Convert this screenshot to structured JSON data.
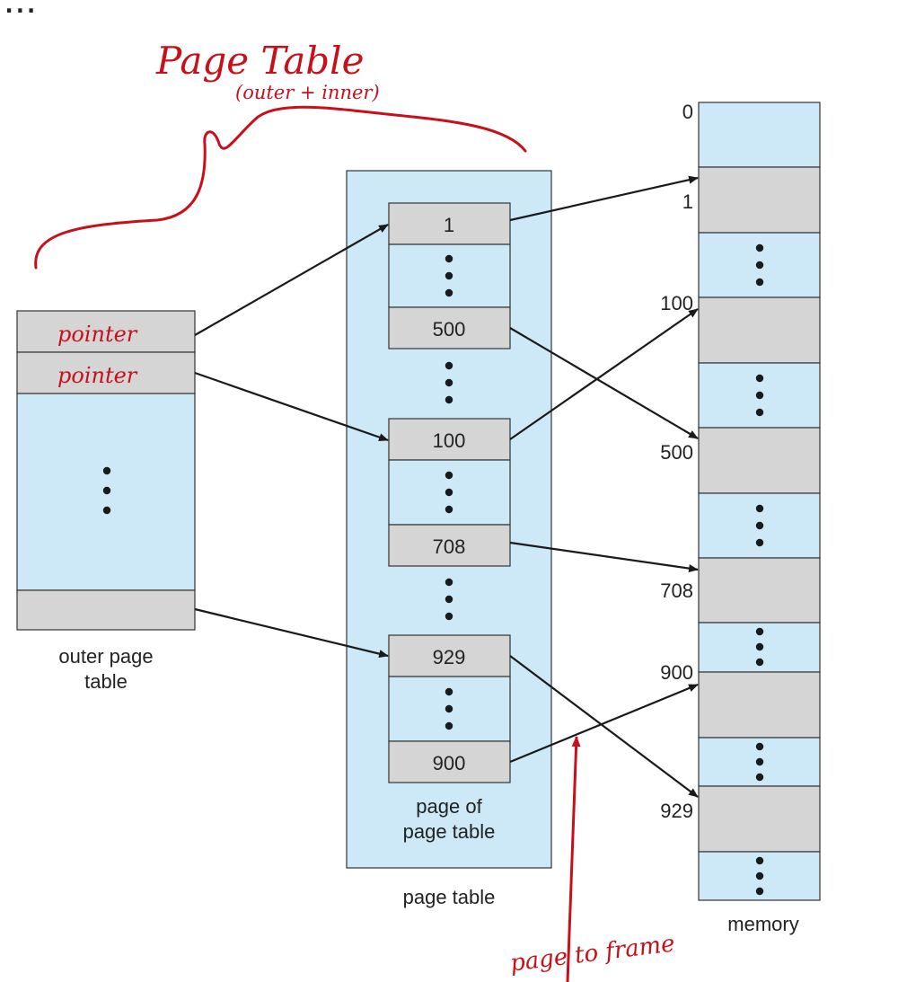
{
  "header_text": "...",
  "annotations": {
    "page_table_title": "Page Table",
    "page_table_subtitle": "(outer + inner)",
    "pointer_1": "pointer",
    "pointer_2": "pointer",
    "page_to_frame": "page to frame"
  },
  "outer_table": {
    "caption_line1": "outer page",
    "caption_line2": "table"
  },
  "page_table": {
    "blocks": [
      {
        "top": "1",
        "bottom": "500"
      },
      {
        "top": "100",
        "bottom": "708"
      },
      {
        "top": "929",
        "bottom": "900"
      }
    ],
    "inner_caption_line1": "page of",
    "inner_caption_line2": "page table",
    "caption": "page table"
  },
  "memory": {
    "frame_labels": [
      "0",
      "1",
      "100",
      "500",
      "708",
      "900",
      "929"
    ],
    "caption": "memory"
  },
  "colors": {
    "blue": "#cde9f7",
    "gray": "#d5d5d5",
    "annotation_red": "#c8101a",
    "arrow": "#1a1a1a"
  }
}
